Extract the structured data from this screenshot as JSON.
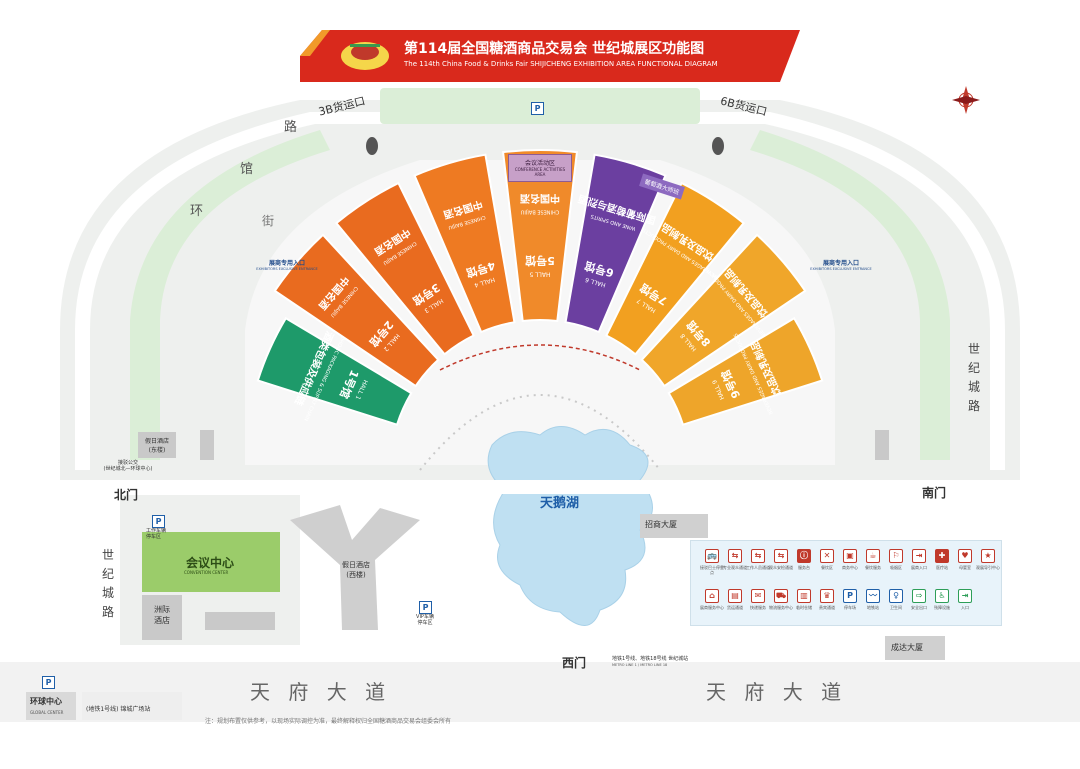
{
  "banner": {
    "title_cn": "第114届全国糖酒商品交易会 世纪城展区功能图",
    "title_en": "The 114th China Food & Drinks Fair SHIJICHENG EXHIBITION AREA FUNCTIONAL DIAGRAM",
    "color": "#d9291c"
  },
  "roads": {
    "ring_street": [
      "环",
      "馆",
      "路",
      "街"
    ],
    "gate_3b": "3B货运口",
    "gate_6b": "6B货运口",
    "north_gate": "北门",
    "south_gate": "南门",
    "west_gate": "西门",
    "shiji_road_left": [
      "世",
      "纪",
      "城",
      "路"
    ],
    "shiji_road_right": [
      "世",
      "纪",
      "城",
      "路"
    ],
    "tianfu_left": "天 府 大 道",
    "tianfu_right": "天 府 大 道"
  },
  "halls": [
    {
      "cn": "酒类包装及供应链",
      "en": "ALCOHOLIC PACKAGING & SUPPLY CHAIN",
      "num": "1号馆",
      "hall": "HALL 1",
      "color": "#1e9a6a"
    },
    {
      "cn": "中国名酒",
      "en": "CHINESE BAIJIU",
      "num": "2号馆",
      "hall": "HALL 2",
      "color": "#e96b1f"
    },
    {
      "cn": "中国名酒",
      "en": "CHINESE BAIJIU",
      "num": "3号馆",
      "hall": "HALL 3",
      "color": "#e96b1f"
    },
    {
      "cn": "中国名酒",
      "en": "CHINESE BAIJIU",
      "num": "4号馆",
      "hall": "HALL 4",
      "color": "#ee7a22"
    },
    {
      "cn": "中国名酒",
      "en": "CHINESE BAIJIU",
      "num": "5号馆",
      "hall": "HALL 5",
      "color": "#f08a2a"
    },
    {
      "cn": "国际葡萄酒与烈酒",
      "en": "WINE AND SPIRITS",
      "num": "6号馆",
      "hall": "HALL 6",
      "color": "#6b3fa0"
    },
    {
      "cn": "饮品及乳制品",
      "en": "BEVERAGES AND DAIRY PRODUCTS",
      "num": "7号馆",
      "hall": "HALL 7",
      "color": "#f2a020"
    },
    {
      "cn": "饮品及乳制品",
      "en": "BEVERAGES AND DAIRY PRODUCTS",
      "num": "8号馆",
      "hall": "HALL 8",
      "color": "#f0a62a"
    },
    {
      "cn": "饮品及乳制品",
      "en": "BEVERAGES AND DAIRY PRODUCTS",
      "num": "9号馆",
      "hall": "HALL 9",
      "color": "#eea52a"
    }
  ],
  "conference_activity": {
    "cn": "会议活动区",
    "en": "CONFERENCE ACTIVITIES AREA"
  },
  "wine_conference": "葡萄酒大师班",
  "exhibitor_entrance": {
    "cn": "展商专用入口",
    "en": "EXHIBITORS EXCLUSIVE ENTRANCE"
  },
  "lake": "天鹅湖",
  "buildings": {
    "conv_center_cn": "会议中心",
    "conv_center_en": "CONVENTION CENTER",
    "holiday_east": "假日酒店\n(东楼)",
    "holiday_west": "假日酒店\n(西楼)",
    "zhouji": "洲际\n酒店",
    "zhaomao": "招商大厦",
    "chengda": "成达大厦",
    "work_parking": "工作车辆\n停车区",
    "vip_parking": "VIP车辆\n停车区",
    "shuttle": "接驳公交\n(世纪城北—环球中心)",
    "global_center_cn": "环球中心",
    "global_center_en": "GLOBAL CENTER",
    "metro_left": "(地铁1号线) 锦城广场站",
    "metro_right": "地铁1号线、地铁18号线 世纪城站",
    "metro_right_en": "METRO LINE 1 / METRO LINE 18"
  },
  "parking_label": "P",
  "legend": [
    "接驳巴士停靠点",
    "专业观众通道",
    "工作人员通道",
    "观众安检通道",
    "服务台",
    "餐饮区",
    "商务中心",
    "餐饮服务",
    "吸烟区",
    "展商入口",
    "医疗站",
    "母婴室",
    "观展导引中心",
    "展商服务中心",
    "货运通道",
    "快递服务",
    "物流服务中心",
    "临时仓储",
    "贵宾通道",
    "停车场",
    "地铁站",
    "卫生间",
    "安全出口",
    "残障设施",
    "入口"
  ],
  "footnote": "注：规划布置仅供参考，以现场实际调控为准，最终解释权归全国糖酒商品交易会组委会所有"
}
